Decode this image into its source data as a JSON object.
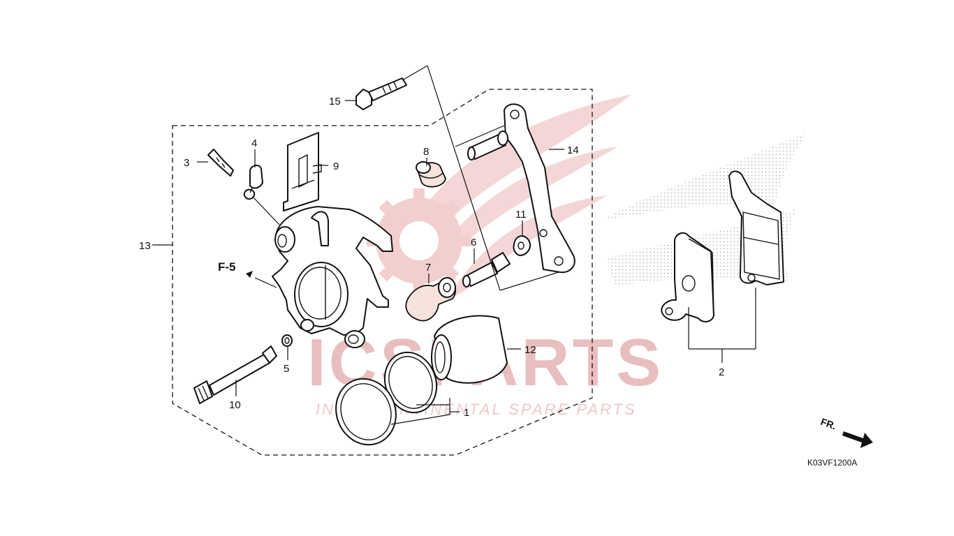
{
  "diagram": {
    "drawing_code": "K03VF1200A",
    "reference_label": "F-5",
    "direction_label": "FR.",
    "watermark": {
      "brand_text": "ICSPARTS",
      "tagline": "INTERCONTINENTAL SPARE PARTS",
      "brand_color": "#e6b3b3",
      "wing_color": "#f3d0d0"
    },
    "callouts": [
      {
        "id": "1",
        "label": "1",
        "part": "piston seal set"
      },
      {
        "id": "2",
        "label": "2",
        "part": "brake pad set"
      },
      {
        "id": "3",
        "label": "3",
        "part": "bleeder screw"
      },
      {
        "id": "4",
        "label": "4",
        "part": "bleeder cap"
      },
      {
        "id": "5",
        "label": "5",
        "part": "washer"
      },
      {
        "id": "6",
        "label": "6",
        "part": "pin"
      },
      {
        "id": "7",
        "label": "7",
        "part": "boot"
      },
      {
        "id": "8",
        "label": "8",
        "part": "boot"
      },
      {
        "id": "9",
        "label": "9",
        "part": "pad spring"
      },
      {
        "id": "10",
        "label": "10",
        "part": "pad pin"
      },
      {
        "id": "11",
        "label": "11",
        "part": "retainer"
      },
      {
        "id": "12",
        "label": "12",
        "part": "piston"
      },
      {
        "id": "13",
        "label": "13",
        "part": "caliper assembly"
      },
      {
        "id": "14",
        "label": "14",
        "part": "caliper bracket"
      },
      {
        "id": "15",
        "label": "15",
        "part": "flange bolt"
      }
    ],
    "colors": {
      "line": "#111111",
      "background": "#ffffff",
      "speckle_fill": "#f5e3dc",
      "dot_pattern": "#b5b5b5"
    }
  }
}
